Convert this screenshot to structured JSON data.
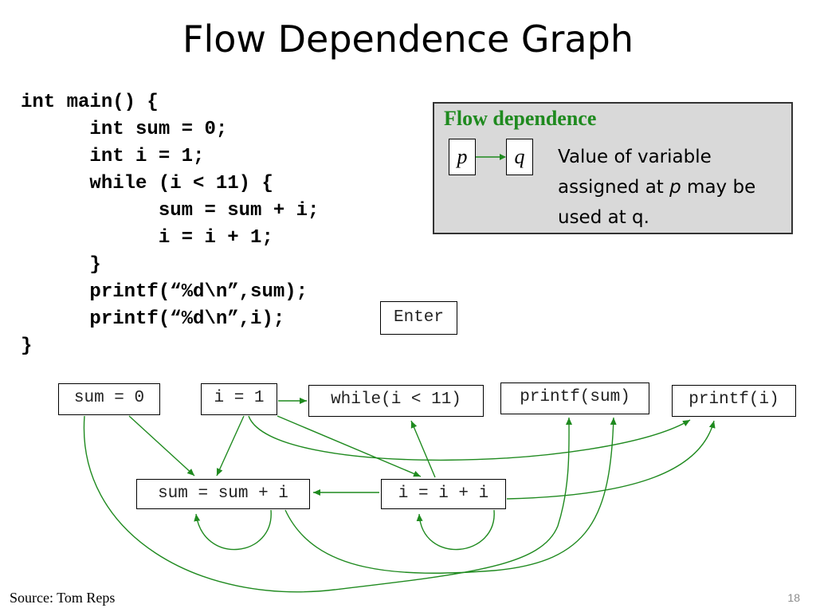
{
  "title": "Flow Dependence Graph",
  "code_lines": [
    "int main() {",
    "      int sum = 0;",
    "      int i = 1;",
    "      while (i < 11) {",
    "            sum = sum + i;",
    "            i = i + 1;",
    "      }",
    "      printf(“%d\\n”,sum);",
    "      printf(“%d\\n”,i);",
    "}"
  ],
  "legend": {
    "title": "Flow dependence",
    "from_node": "p",
    "to_node": "q",
    "description_parts": [
      "Value of variable assigned at ",
      "p",
      " may be used at q."
    ],
    "colors": {
      "title": "#1f8a1f",
      "arrow": "#1f8a1f",
      "background": "#d9d9d9"
    }
  },
  "nodes": {
    "enter": "Enter",
    "sum_init": "sum = 0",
    "i_init": "i = 1",
    "while_cond": "while(i < 11)",
    "printf_sum": "printf(sum)",
    "printf_i": "printf(i)",
    "sum_update": "sum = sum + i",
    "i_update": "i = i + i"
  },
  "edge_color": "#1f8a1f",
  "source": "Source: Tom Reps",
  "page_number": "18"
}
